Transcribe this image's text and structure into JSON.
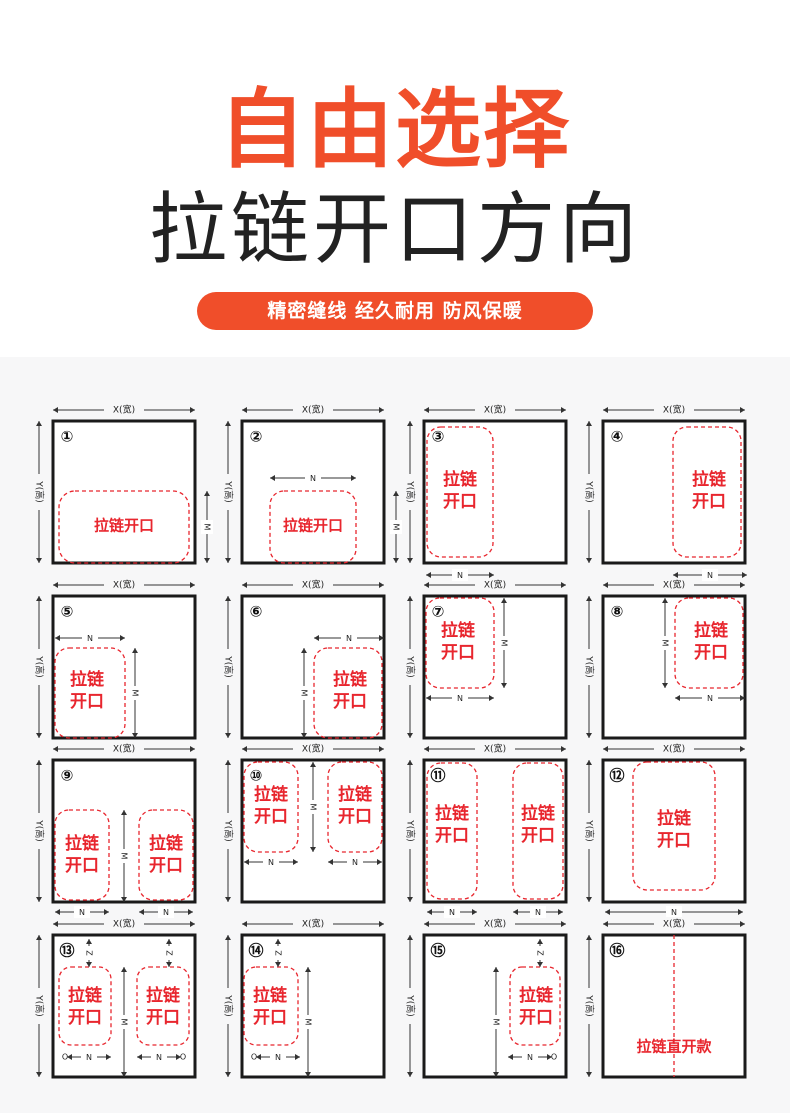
{
  "header": {
    "title_line1": "自由选择",
    "title_line2": "拉链开口方向",
    "tagline": "精密缝线 经久耐用 防风保暖"
  },
  "colors": {
    "accent": "#f04e2a",
    "dash": "#e8262e",
    "frame": "#1a1a1a",
    "text_dark": "#222222"
  },
  "labels": {
    "x": "X(宽)",
    "y": "Y(高)",
    "zip": "拉链开口",
    "zip_line1": "拉链",
    "zip_line2": "开口",
    "n": "N",
    "m": "M",
    "z": "Z",
    "o": "O",
    "straight": "拉链直开款"
  },
  "panels": [
    "①",
    "②",
    "③",
    "④",
    "⑤",
    "⑥",
    "⑦",
    "⑧",
    "⑨",
    "⑩",
    "⑪",
    "⑫",
    "⑬",
    "⑭",
    "⑮",
    "⑯"
  ]
}
